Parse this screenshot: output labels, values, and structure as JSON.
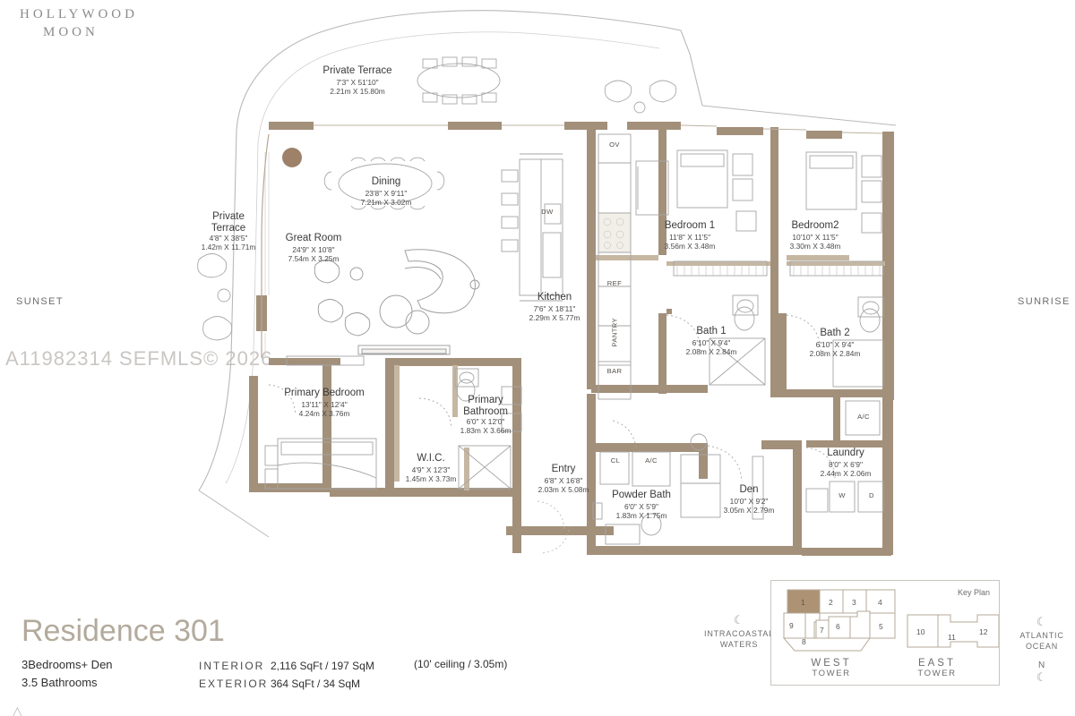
{
  "brand": {
    "line1": "HOLLYWOOD",
    "line2": "MOON"
  },
  "orientation": {
    "west_label": "SUNSET",
    "east_label": "SUNRISE"
  },
  "watermark": "A11982314  SEFMLS© 2026",
  "residence": {
    "title": "Residence 301",
    "beds_line": "3Bedrooms+ Den",
    "baths_line": "3.5 Bathrooms",
    "interior_key": "INTERIOR",
    "interior_value": "2,116 SqFt / 197 SqM",
    "exterior_key": "EXTERIOR",
    "exterior_value": "364 SqFt / 34 SqM",
    "ceiling_note": "(10' ceiling / 3.05m)"
  },
  "rooms": [
    {
      "name": "Private Terrace",
      "imperial": "7'3\" X 51'10\"",
      "metric": "2.21m X 15.80m"
    },
    {
      "name": "Private Terrace",
      "imperial": "4'8\" X 38'5\"",
      "metric": "1.42m X 11.71m"
    },
    {
      "name": "Dining",
      "imperial": "23'8\" X 9'11\"",
      "metric": "7.21m X 3.02m"
    },
    {
      "name": "Great Room",
      "imperial": "24'9\" X 10'8\"",
      "metric": "7.54m X 3.25m"
    },
    {
      "name": "Kitchen",
      "imperial": "7'6\" X 18'11\"",
      "metric": "2.29m X 5.77m"
    },
    {
      "name": "Bedroom 1",
      "imperial": "11'8\" X 11'5\"",
      "metric": "3.56m X 3.48m"
    },
    {
      "name": "Bedroom2",
      "imperial": "10'10\" X 11'5\"",
      "metric": "3.30m X 3.48m"
    },
    {
      "name": "Bath 1",
      "imperial": "6'10\" X 9'4\"",
      "metric": "2.08m X 2.84m"
    },
    {
      "name": "Bath 2",
      "imperial": "6'10\" X 9'4\"",
      "metric": "2.08m X 2.84m"
    },
    {
      "name": "Primary Bedroom",
      "imperial": "13'11\" X 12'4\"",
      "metric": "4.24m X 3.76m"
    },
    {
      "name": "Primary Bathroom",
      "imperial": "6'0\" X 12'0\"",
      "metric": "1.83m X 3.66m"
    },
    {
      "name": "W.I.C.",
      "imperial": "4'9\" X 12'3\"",
      "metric": "1.45m X 3.73m"
    },
    {
      "name": "Entry",
      "imperial": "6'8\" X 16'8\"",
      "metric": "2.03m X 5.08m"
    },
    {
      "name": "Powder Bath",
      "imperial": "6'0\" X 5'9\"",
      "metric": "1.83m X 1.75m"
    },
    {
      "name": "Den",
      "imperial": "10'0\" X 9'2\"",
      "metric": "3.05m X 2.79m"
    },
    {
      "name": "Laundry",
      "imperial": "8'0\" X 6'9\"",
      "metric": "2.44m X 2.06m"
    }
  ],
  "appliance_tags": {
    "oven": "OV",
    "dishwasher": "DW",
    "refrigerator": "REF",
    "pantry": "PANTRY",
    "bar": "BAR",
    "closet": "CL",
    "ac_entry": "A/C",
    "ac_laundry": "A/C",
    "washer": "W",
    "dryer": "D"
  },
  "markers": {
    "intracoastal_line1": "INTRACOASTAL",
    "intracoastal_line2": "WATERS",
    "atlantic_line1": "ATLANTIC",
    "atlantic_line2": "OCEAN",
    "north": "N",
    "moon_glyph": "☾"
  },
  "key_plan": {
    "title": "Key Plan",
    "west_tower_line1": "WEST",
    "west_tower_line2": "TOWER",
    "east_tower_line1": "EAST",
    "east_tower_line2": "TOWER",
    "west_units": [
      "1",
      "2",
      "3",
      "4",
      "5",
      "6",
      "7",
      "8",
      "9"
    ],
    "east_units": [
      "10",
      "11",
      "12"
    ],
    "highlighted_unit": "1"
  },
  "colors": {
    "wall": "#a3907a",
    "wall_light": "#c0b09a",
    "furniture_stroke": "#9a9a9a",
    "title_brown": "#b3aa9c",
    "highlight_unit": "#ad9274",
    "watermark": "#c9c6c3"
  }
}
